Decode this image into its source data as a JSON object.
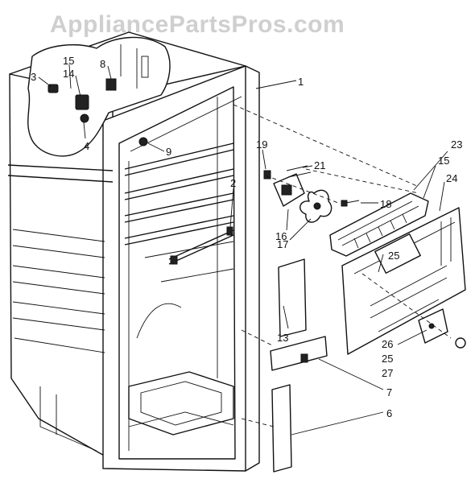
{
  "watermark": "AppliancePartsPros.com",
  "callouts": {
    "c1": "1",
    "c2": "2",
    "c3": "3",
    "c4": "4",
    "c8": "8",
    "c9": "9",
    "c14": "14",
    "c15a": "15",
    "c15b": "15",
    "c6": "6",
    "c7": "7",
    "c13": "13",
    "c16": "16",
    "c17": "17",
    "c18": "18",
    "c19": "19",
    "c21": "21",
    "c23": "23",
    "c24": "24",
    "c25a": "25",
    "c25b": "25",
    "c26": "26",
    "c27": "27"
  }
}
